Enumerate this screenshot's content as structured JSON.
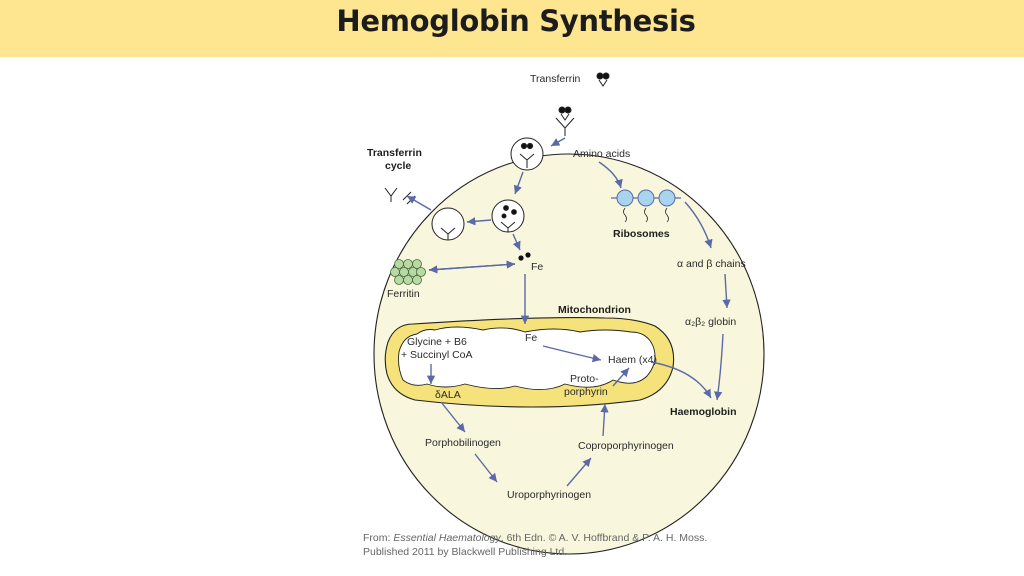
{
  "slide": {
    "title": "Hemoglobin Synthesis"
  },
  "diagram": {
    "labels": {
      "transferrin": "Transferrin",
      "transferrin_cycle_1": "Transferrin",
      "transferrin_cycle_2": "cycle",
      "amino_acids": "Amino acids",
      "ribosomes": "Ribosomes",
      "fe_top": "Fe",
      "ferritin": "Ferritin",
      "chains": "α and β chains",
      "mitochondrion": "Mitochondrion",
      "globin": "α₂β₂ globin",
      "glycine": "Glycine + B6",
      "succinyl": "+ Succinyl CoA",
      "fe_mito": "Fe",
      "haem": "Haem (x4)",
      "ala": "δALA",
      "proto_1": "Proto-",
      "proto_2": "porphyrin",
      "haemoglobin": "Haemoglobin",
      "porphobilinogen": "Porphobilinogen",
      "coproporphyrinogen": "Coproporphyrinogen",
      "uroporphyrinogen": "Uroporphyrinogen"
    },
    "colors": {
      "cell_fill": "#f8f6dc",
      "mito_fill": "#f5e27a",
      "arrow": "#5b6aa6",
      "ribosome": "#a9d4ee",
      "ferritin": "#b7d9a4"
    }
  },
  "citation": {
    "prefix": "From: ",
    "book": "Essential Haematology",
    "suffix": ", 6th Edn. © A. V. Hoffbrand & P. A. H. Moss.",
    "line2": "Published 2011 by Blackwell Publishing Ltd."
  }
}
